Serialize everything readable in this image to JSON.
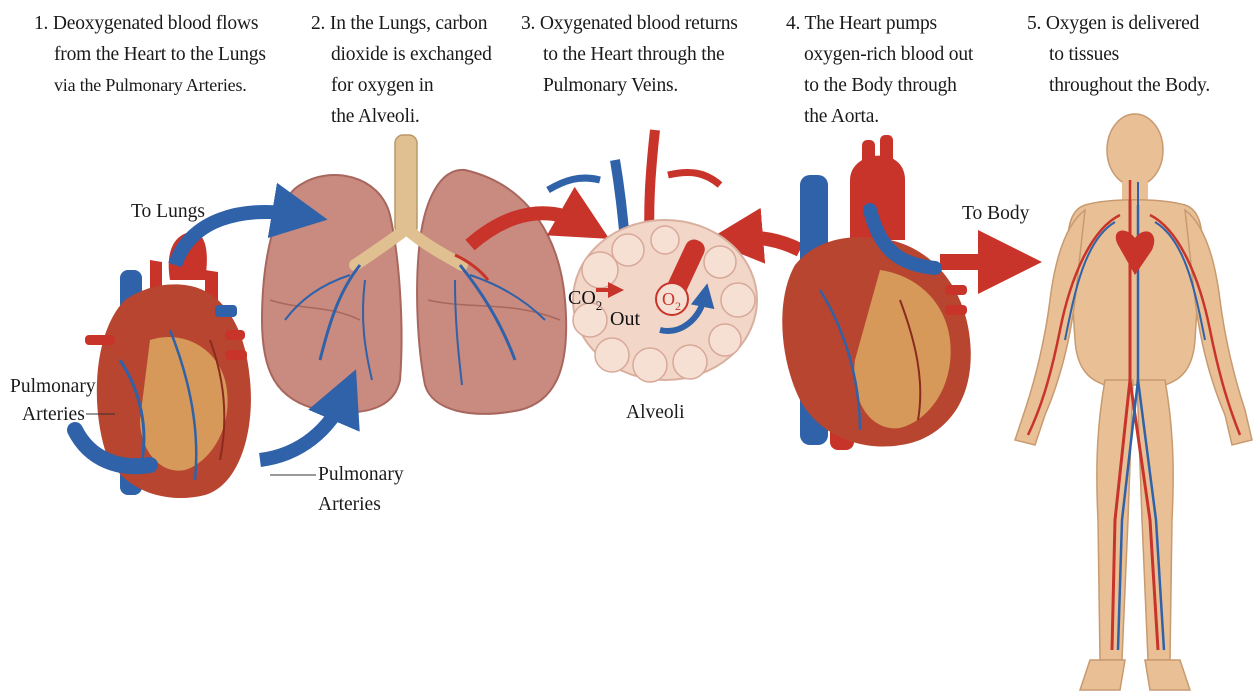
{
  "steps": [
    {
      "lines": [
        "1. Deoxygenated blood flows",
        "from the Heart to the Lungs",
        "via the Pulmonary Arteries."
      ]
    },
    {
      "lines": [
        "2. In the Lungs, carbon",
        "dioxide is exchanged",
        "for oxygen in",
        "the Alveoli."
      ]
    },
    {
      "lines": [
        "3. Oxygenated blood returns",
        "to the Heart through the",
        "Pulmonary Veins."
      ]
    },
    {
      "lines": [
        "4. The Heart pumps",
        "oxygen-rich blood out",
        "to the Body through",
        "the Aorta."
      ]
    },
    {
      "lines": [
        "5. Oxygen is delivered",
        "to tissues",
        "throughout the Body."
      ]
    }
  ],
  "labels": {
    "to_lungs": "To Lungs",
    "to_body": "To Body",
    "pulmonary_arteries_left": [
      "Pulmonary",
      "Arteries"
    ],
    "pulmonary_arteries_bottom": [
      "Pulmonary",
      "Arteries"
    ],
    "alveoli": "Alveoli",
    "co2": "CO",
    "co2_sub": "2",
    "o2": "O",
    "o2_sub": "2",
    "out": "Out"
  },
  "colors": {
    "arterial_red": "#c8342a",
    "venous_blue": "#2f62a8",
    "lung_pink": "#c98a80",
    "skin": "#e9bf96",
    "heart_fat": "#e0b56a",
    "alveoli_cream": "#f2d6c8"
  }
}
